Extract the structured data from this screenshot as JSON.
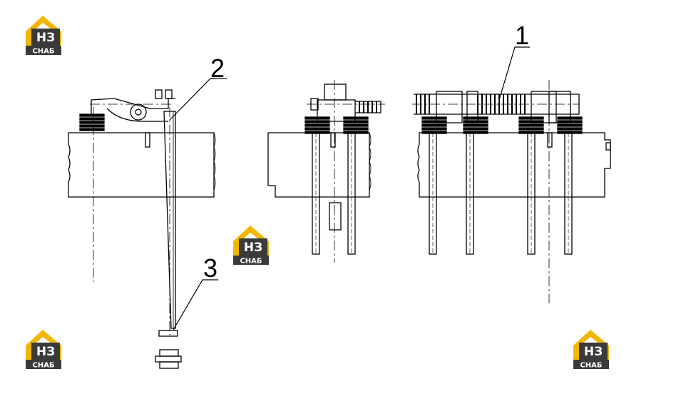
{
  "callouts": [
    {
      "id": "callout-1",
      "label": "1"
    },
    {
      "id": "callout-2",
      "label": "2"
    },
    {
      "id": "callout-3",
      "label": "3"
    }
  ],
  "logo": {
    "letters_top": "НЗ",
    "letters_bottom": "СНАБ",
    "color_yellow": "#f2b705",
    "color_dark": "#3a3a3a"
  },
  "line_color": "#000000"
}
